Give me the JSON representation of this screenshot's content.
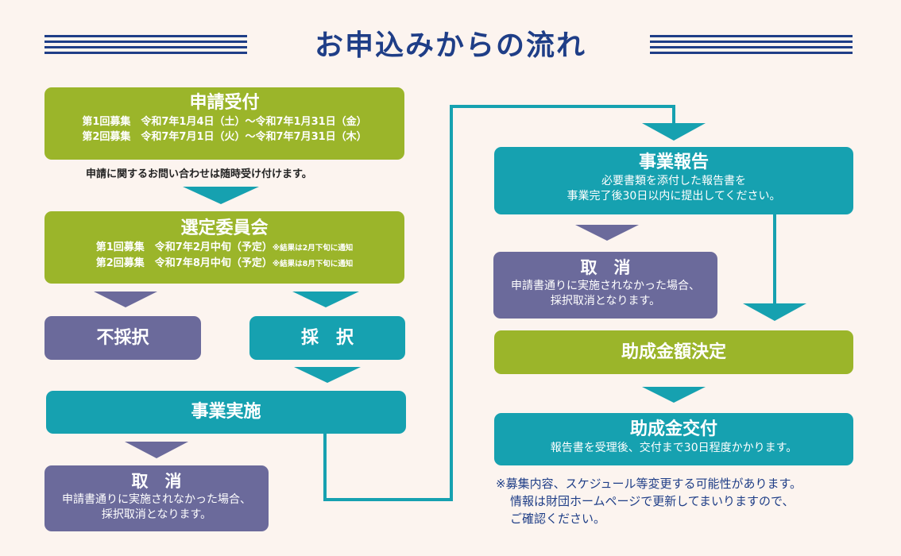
{
  "title": "お申込みからの流れ",
  "reception": {
    "heading": "申請受付",
    "round1": "第1回募集　令和7年1月4日（土）～令和7年1月31日（金）",
    "round2": "第2回募集　令和7年7月1日（火）～令和7年7月31日（木）",
    "note": "申請に関するお問い合わせは随時受け付けます。"
  },
  "committee": {
    "heading": "選定委員会",
    "round1": "第1回募集　令和7年2月中旬（予定）",
    "round1_note": "※結果は2月下旬に通知",
    "round2": "第2回募集　令和7年8月中旬（予定）",
    "round2_note": "※結果は8月下旬に通知"
  },
  "rejected": {
    "label": "不採択"
  },
  "adopted": {
    "label": "採　択"
  },
  "implementation": {
    "label": "事業実施"
  },
  "cancel1": {
    "heading": "取　消",
    "line1": "申請書通りに実施されなかった場合、",
    "line2": "採択取消となります。"
  },
  "report": {
    "heading": "事業報告",
    "line1": "必要書類を添付した報告書を",
    "line2": "事業完了後30日以内に提出してください。"
  },
  "cancel2": {
    "heading": "取　消",
    "line1": "申請書通りに実施されなかった場合、",
    "line2": "採択取消となります。"
  },
  "decision": {
    "label": "助成金額決定"
  },
  "payment": {
    "heading": "助成金交付",
    "line1": "報告書を受理後、交付まで30日程度かかります。"
  },
  "footnote": {
    "line1": "※募集内容、スケジュール等変更する可能性があります。",
    "line2": "情報は財団ホームページで更新してまいりますので、",
    "line3": "ご確認ください。"
  },
  "colors": {
    "green": "#9bb52a",
    "teal": "#16a1b0",
    "purple": "#6b6a9b",
    "title": "#1f3e87",
    "background": "#fcf4ef"
  }
}
